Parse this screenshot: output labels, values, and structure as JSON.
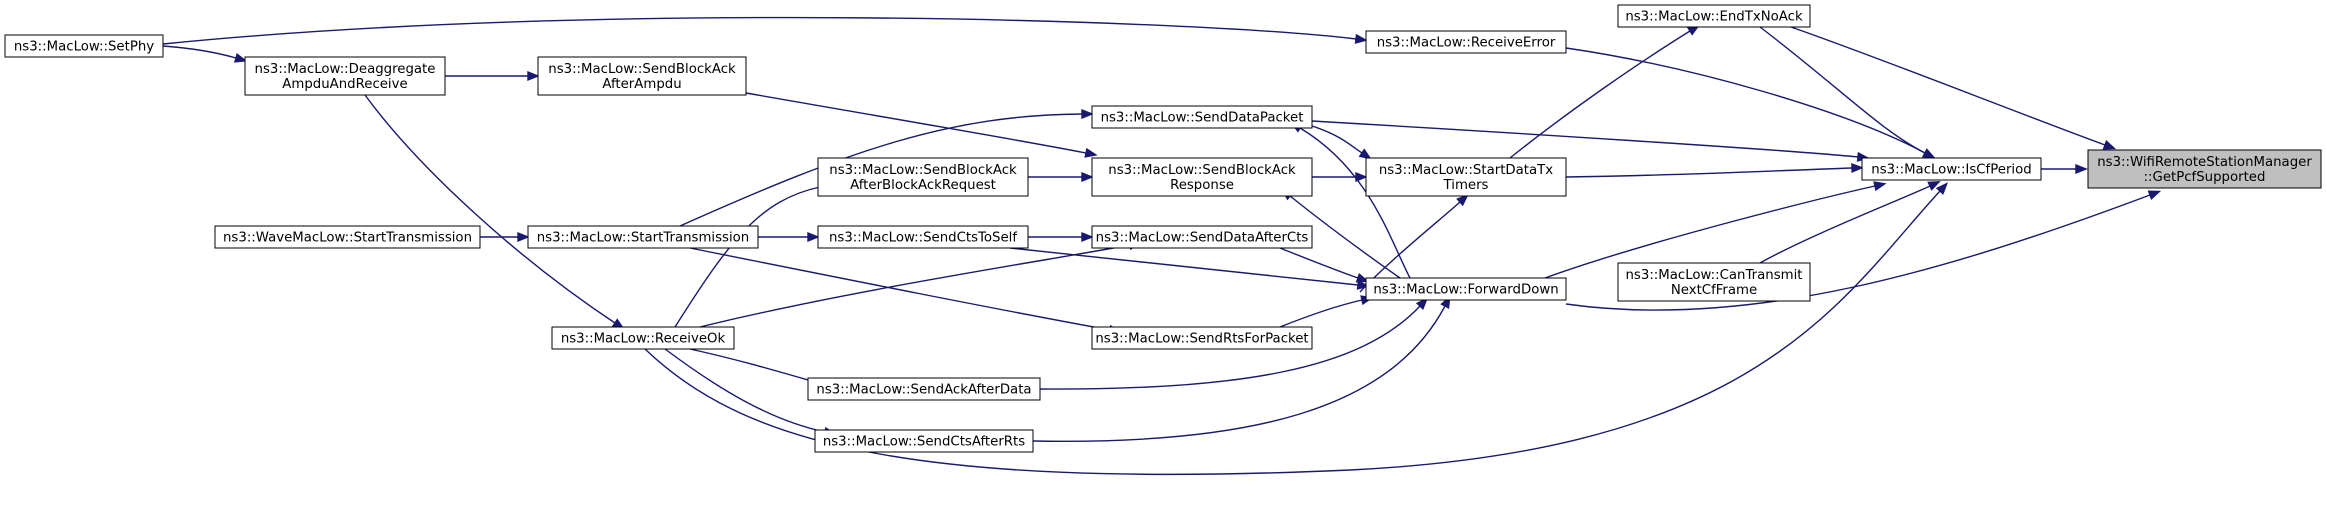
{
  "title": "",
  "diagram": {
    "type": "call-graph",
    "nodes": [
      {
        "id": "root",
        "lines": [
          "ns3::WifiRemoteStationManager",
          "::GetPcfSupported"
        ],
        "highlighted": true
      },
      {
        "id": "iscf",
        "lines": [
          "ns3::MacLow::IsCfPeriod"
        ]
      },
      {
        "id": "endtx",
        "lines": [
          "ns3::MacLow::EndTxNoAck"
        ]
      },
      {
        "id": "cantx",
        "lines": [
          "ns3::MacLow::CanTransmit",
          "NextCfFrame"
        ]
      },
      {
        "id": "recerr",
        "lines": [
          "ns3::MacLow::ReceiveError"
        ]
      },
      {
        "id": "startdata",
        "lines": [
          "ns3::MacLow::StartDataTx",
          "Timers"
        ]
      },
      {
        "id": "senddata",
        "lines": [
          "ns3::MacLow::SendDataPacket"
        ]
      },
      {
        "id": "fwd",
        "lines": [
          "ns3::MacLow::ForwardDown"
        ]
      },
      {
        "id": "setphy",
        "lines": [
          "ns3::MacLow::SetPhy"
        ]
      },
      {
        "id": "deagg",
        "lines": [
          "ns3::MacLow::Deaggregate",
          "AmpduAndReceive"
        ]
      },
      {
        "id": "sbaresp",
        "lines": [
          "ns3::MacLow::SendBlockAck",
          "Response"
        ]
      },
      {
        "id": "sbaampdu",
        "lines": [
          "ns3::MacLow::SendBlockAck",
          "AfterAmpdu"
        ]
      },
      {
        "id": "sbareq",
        "lines": [
          "ns3::MacLow::SendBlockAck",
          "AfterBlockAckRequest"
        ]
      },
      {
        "id": "sdac",
        "lines": [
          "ns3::MacLow::SendDataAfterCts"
        ]
      },
      {
        "id": "sctsself",
        "lines": [
          "ns3::MacLow::SendCtsToSelf"
        ]
      },
      {
        "id": "srts",
        "lines": [
          "ns3::MacLow::SendRtsForPacket"
        ]
      },
      {
        "id": "sack",
        "lines": [
          "ns3::MacLow::SendAckAfterData"
        ]
      },
      {
        "id": "scrts",
        "lines": [
          "ns3::MacLow::SendCtsAfterRts"
        ]
      },
      {
        "id": "stmac",
        "lines": [
          "ns3::MacLow::StartTransmission"
        ]
      },
      {
        "id": "stwave",
        "lines": [
          "ns3::WaveMacLow::StartTransmission"
        ]
      },
      {
        "id": "recok",
        "lines": [
          "ns3::MacLow::ReceiveOk"
        ]
      }
    ],
    "edges": [
      {
        "from": "iscf",
        "to": "root"
      },
      {
        "from": "endtx",
        "to": "root"
      },
      {
        "from": "fwd",
        "to": "root"
      },
      {
        "from": "endtx",
        "to": "iscf"
      },
      {
        "from": "recerr",
        "to": "iscf"
      },
      {
        "from": "senddata",
        "to": "iscf"
      },
      {
        "from": "startdata",
        "to": "iscf"
      },
      {
        "from": "fwd",
        "to": "iscf"
      },
      {
        "from": "cantx",
        "to": "iscf"
      },
      {
        "from": "recok",
        "to": "iscf"
      },
      {
        "from": "startdata",
        "to": "endtx"
      },
      {
        "from": "setphy",
        "to": "recerr"
      },
      {
        "from": "senddata",
        "to": "startdata"
      },
      {
        "from": "sbaresp",
        "to": "startdata"
      },
      {
        "from": "fwd",
        "to": "startdata"
      },
      {
        "from": "stmac",
        "to": "senddata"
      },
      {
        "from": "fwd",
        "to": "senddata"
      },
      {
        "from": "sbaampdu",
        "to": "sbaresp"
      },
      {
        "from": "sbareq",
        "to": "sbaresp"
      },
      {
        "from": "fwd",
        "to": "sbaresp"
      },
      {
        "from": "sdac",
        "to": "fwd"
      },
      {
        "from": "sctsself",
        "to": "fwd"
      },
      {
        "from": "srts",
        "to": "fwd"
      },
      {
        "from": "sack",
        "to": "fwd"
      },
      {
        "from": "scrts",
        "to": "fwd"
      },
      {
        "from": "deagg",
        "to": "sbaampdu"
      },
      {
        "from": "recok",
        "to": "sbareq"
      },
      {
        "from": "sctsself",
        "to": "sdac"
      },
      {
        "from": "recok",
        "to": "sdac"
      },
      {
        "from": "stmac",
        "to": "sctsself"
      },
      {
        "from": "stmac",
        "to": "srts"
      },
      {
        "from": "recok",
        "to": "sack"
      },
      {
        "from": "recok",
        "to": "scrts"
      },
      {
        "from": "stwave",
        "to": "stmac"
      },
      {
        "from": "deagg",
        "to": "recok"
      },
      {
        "from": "setphy",
        "to": "deagg"
      }
    ]
  }
}
